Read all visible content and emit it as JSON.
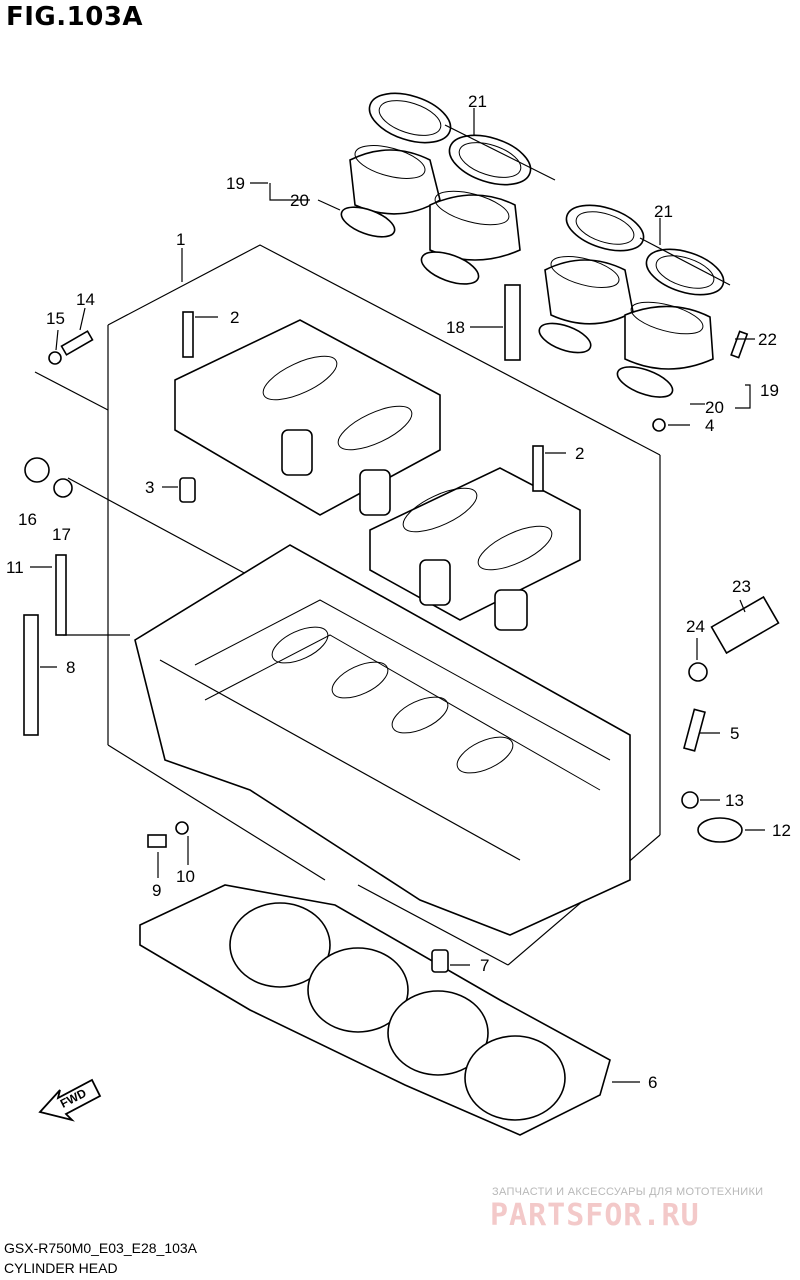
{
  "figure": {
    "title": "FIG.103A",
    "model_code": "GSX-R750M0_E03_E28_103A",
    "caption": "CYLINDER HEAD",
    "fwd_label": "FWD"
  },
  "callouts": [
    {
      "id": "c1",
      "label": "1"
    },
    {
      "id": "c2a",
      "label": "2"
    },
    {
      "id": "c2b",
      "label": "2"
    },
    {
      "id": "c3",
      "label": "3"
    },
    {
      "id": "c4",
      "label": "4"
    },
    {
      "id": "c5",
      "label": "5"
    },
    {
      "id": "c6",
      "label": "6"
    },
    {
      "id": "c7",
      "label": "7"
    },
    {
      "id": "c8",
      "label": "8"
    },
    {
      "id": "c9",
      "label": "9"
    },
    {
      "id": "c10",
      "label": "10"
    },
    {
      "id": "c11",
      "label": "11"
    },
    {
      "id": "c12",
      "label": "12"
    },
    {
      "id": "c13",
      "label": "13"
    },
    {
      "id": "c14",
      "label": "14"
    },
    {
      "id": "c15",
      "label": "15"
    },
    {
      "id": "c16",
      "label": "16"
    },
    {
      "id": "c17",
      "label": "17"
    },
    {
      "id": "c18",
      "label": "18"
    },
    {
      "id": "c19a",
      "label": "19"
    },
    {
      "id": "c19b",
      "label": "19"
    },
    {
      "id": "c20a",
      "label": "20"
    },
    {
      "id": "c20b",
      "label": "20"
    },
    {
      "id": "c21a",
      "label": "21"
    },
    {
      "id": "c21b",
      "label": "21"
    },
    {
      "id": "c22",
      "label": "22"
    },
    {
      "id": "c23",
      "label": "23"
    },
    {
      "id": "c24",
      "label": "24"
    }
  ],
  "watermark": {
    "tagline": "ЗАПЧАСТИ И АКСЕССУАРЫ ДЛЯ МОТОТЕХНИКИ",
    "logo": "PARTSFOR.RU"
  }
}
